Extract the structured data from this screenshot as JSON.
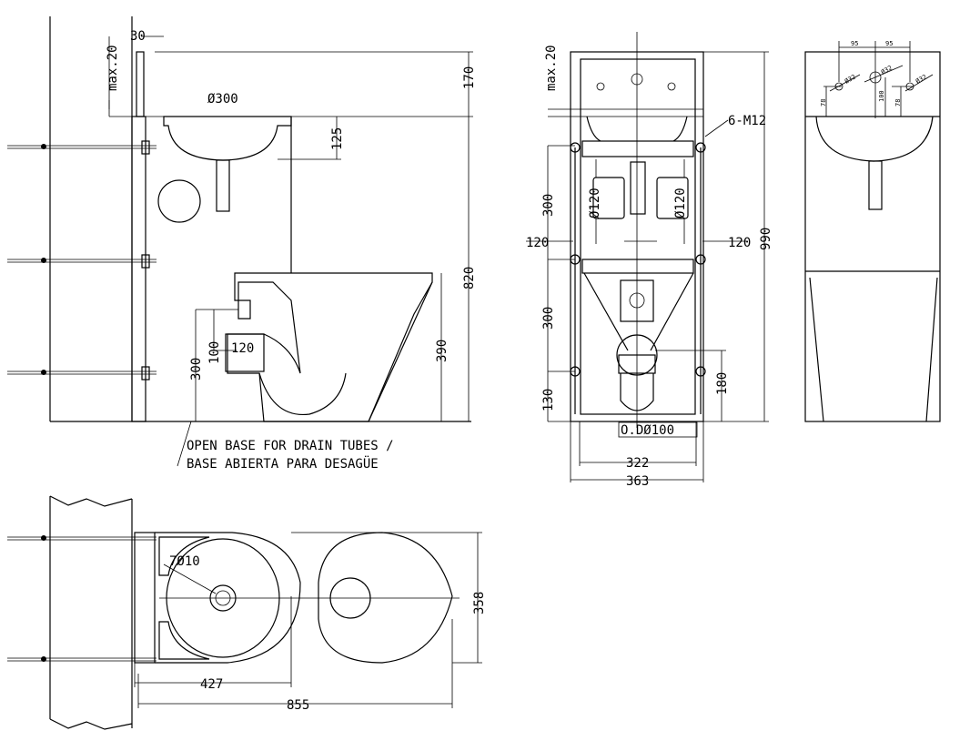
{
  "side_view": {
    "dim_30": "30",
    "dim_max20": "max.20",
    "dim_basin_dia": "Ø300",
    "dim_170": "170",
    "dim_125": "125",
    "dim_820": "820",
    "dim_390": "390",
    "dim_300": "300",
    "dim_100": "100",
    "dim_120": "120",
    "note_line1": "OPEN BASE FOR DRAIN TUBES /",
    "note_line2": "BASE ABIERTA PARA DESAGÜE"
  },
  "front_view": {
    "dim_max20": "max.20",
    "bolts": "6-M12",
    "dim_300_upper": "300",
    "dim_300_lower": "300",
    "dim_130": "130",
    "dim_120_left": "120",
    "dim_120_right": "120",
    "dim_dia120_left": "Ø120",
    "dim_dia120_right": "Ø120",
    "dim_990": "990",
    "dim_180": "180",
    "outlet": "O.DØ100",
    "dim_322": "322",
    "dim_363": "363"
  },
  "side_right_view": {
    "dim_95_left": "95",
    "dim_95_right": "95",
    "hole_left": "Ø32",
    "hole_center": "Ø32",
    "hole_right": "Ø32",
    "dim_100": "100",
    "dim_78_left": "78",
    "dim_78_right": "78"
  },
  "plan_view": {
    "holes": "7Ø10",
    "dim_358": "358",
    "dim_427": "427",
    "dim_855": "855"
  }
}
